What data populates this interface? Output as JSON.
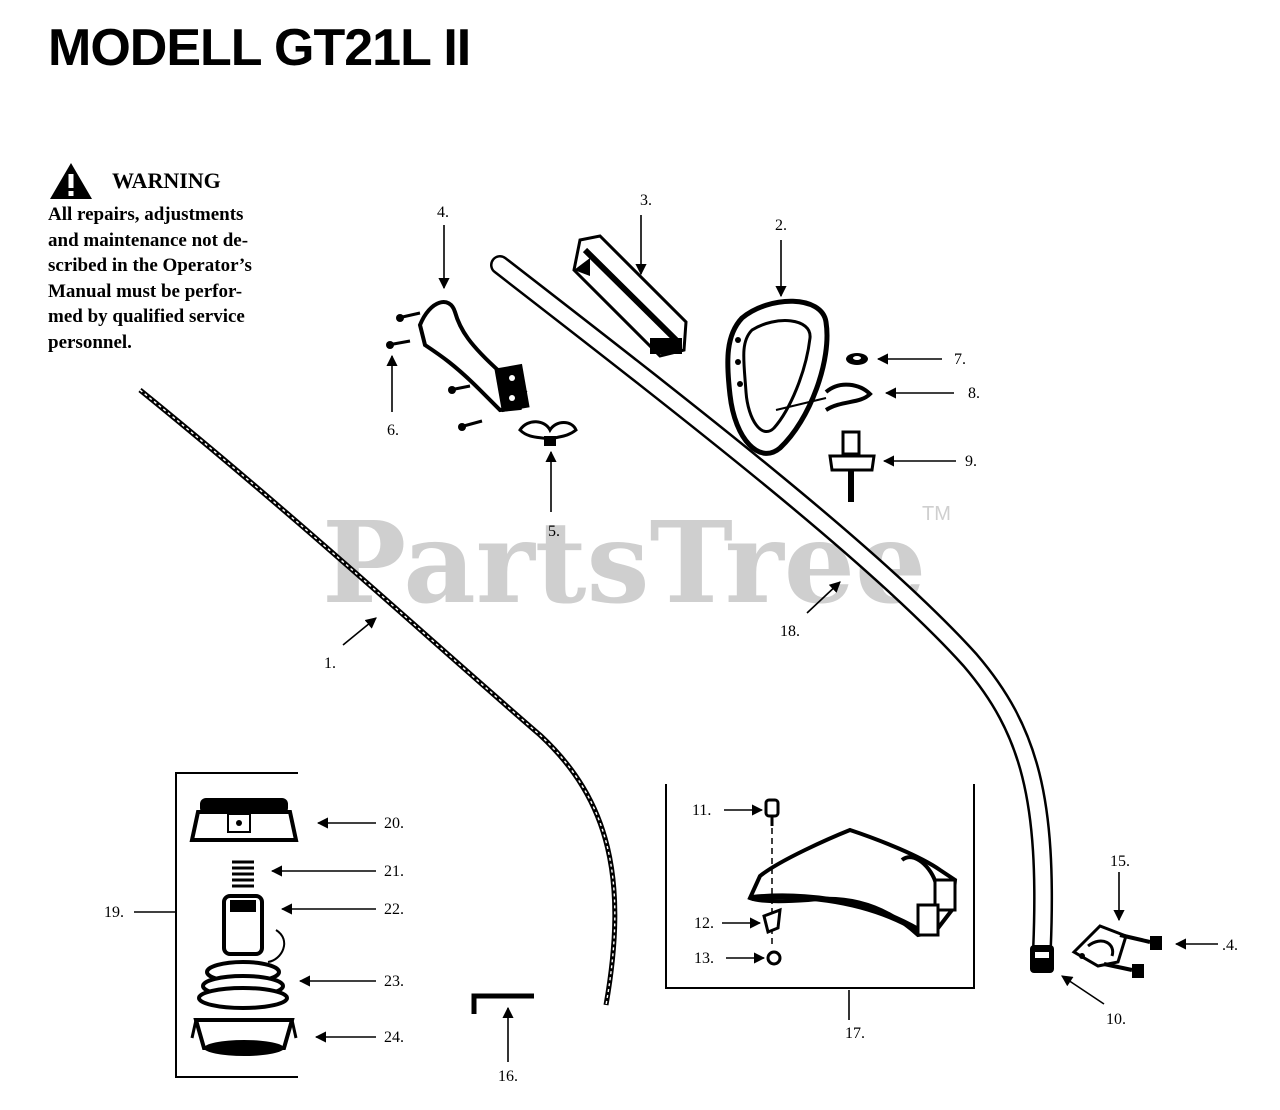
{
  "title": "MODELL GT21L II",
  "warning": {
    "heading": "WARNING",
    "lines": [
      "All repairs, adjustments",
      "and maintenance not de-",
      "scribed in the Operator’s",
      "Manual must be perfor-",
      "med by qualified service",
      "personnel."
    ],
    "icon": "warning-triangle-icon"
  },
  "watermark": {
    "text": "PartsTree",
    "mark": "TM"
  },
  "callouts": [
    "1.",
    "2.",
    "3.",
    "4.",
    "5.",
    "6.",
    "7.",
    "8.",
    "9.",
    "10.",
    "11.",
    "12.",
    "13.",
    ".4.",
    "15.",
    "16.",
    "17.",
    "18.",
    "19.",
    "20.",
    "21.",
    "22.",
    "23.",
    "24."
  ]
}
